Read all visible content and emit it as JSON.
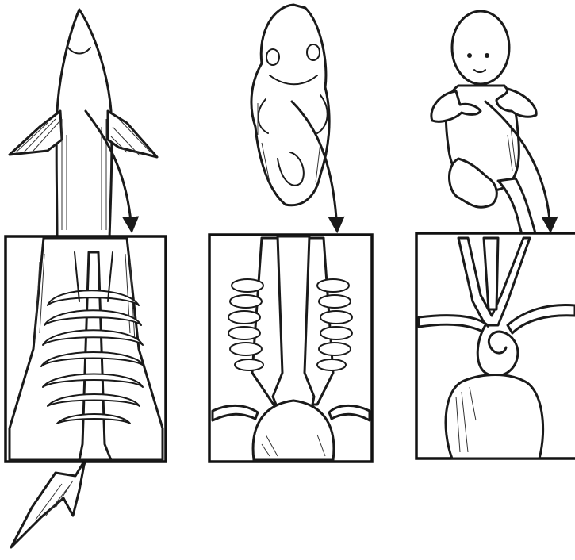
{
  "figure": {
    "panels": [
      {
        "id": "shark",
        "subject": "shark",
        "inset": "gill-arch-aortic-arches"
      },
      {
        "id": "embryo",
        "subject": "human-embryo",
        "inset": "embryonic-aortic-arches"
      },
      {
        "id": "infant",
        "subject": "human-infant",
        "inset": "aortic-arch-and-heart"
      }
    ],
    "colors": {
      "ink": "#1a1a1a",
      "paper": "#ffffff"
    }
  }
}
